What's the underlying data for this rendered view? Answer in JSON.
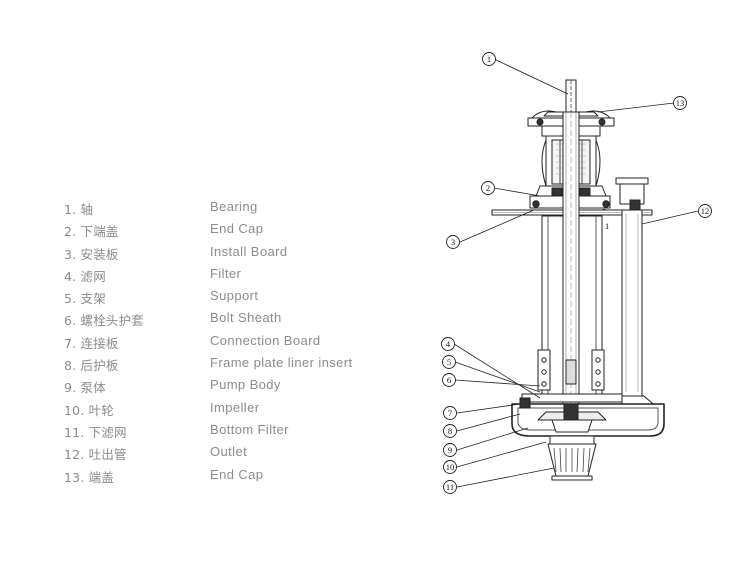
{
  "parts": [
    {
      "cn": "1. 轴",
      "en": "Bearing"
    },
    {
      "cn": "2. 下端盖",
      "en": "End Cap"
    },
    {
      "cn": "3. 安装板",
      "en": "Install Board"
    },
    {
      "cn": "4. 滤网",
      "en": "Filter"
    },
    {
      "cn": "5. 支架",
      "en": "Support"
    },
    {
      "cn": "6. 螺栓头护套",
      "en": "Bolt Sheath"
    },
    {
      "cn": "7. 连接板",
      "en": "Connection Board"
    },
    {
      "cn": "8. 后护板",
      "en": "Frame plate liner insert"
    },
    {
      "cn": "9. 泵体",
      "en": "Pump Body"
    },
    {
      "cn": "10. 叶轮",
      "en": "Impeller"
    },
    {
      "cn": "11. 下滤网",
      "en": "Bottom Filter"
    },
    {
      "cn": "12. 吐出管",
      "en": "Outlet"
    },
    {
      "cn": "13. 端盖",
      "en": "End Cap"
    }
  ],
  "callouts": [
    "1",
    "2",
    "3",
    "4",
    "5",
    "6",
    "7",
    "8",
    "9",
    "10",
    "11",
    "12",
    "13"
  ],
  "drawing_label": "1"
}
